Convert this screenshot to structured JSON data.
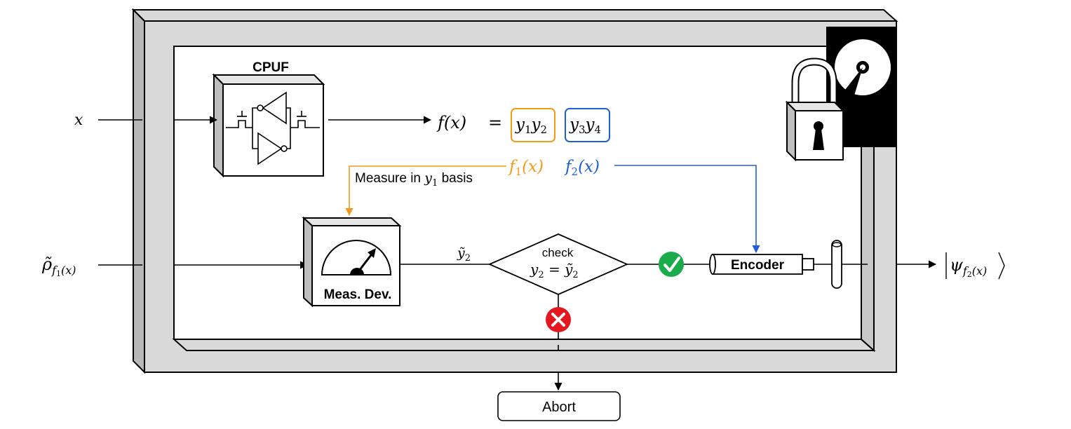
{
  "labels": {
    "cpuf": "CPUF",
    "x": "x",
    "f_of_x": "f(x)",
    "equals": "=",
    "y1": "y",
    "y1_sub": "1",
    "y2": "y",
    "y2_sub": "2",
    "y3": "y",
    "y3_sub": "3",
    "y4": "y",
    "y4_sub": "4",
    "f1": "f",
    "f1_sub": "1",
    "f1_arg": "(x)",
    "f2": "f",
    "f2_sub": "2",
    "f2_arg": "(x)",
    "measure_prefix": "Measure in ",
    "measure_y": "y",
    "measure_sub": "1",
    "measure_suffix": " basis",
    "rho": "ρ̃",
    "rho_sub": "f",
    "rho_sub_sub": "1",
    "rho_sub_arg": "(x)",
    "meas_dev": "Meas. Dev.",
    "ytilde": "ỹ",
    "ytilde_sub": "2",
    "check": "check",
    "check_lhs": "y",
    "check_lhs_sub": "2",
    "check_eq": " = ",
    "check_rhs": "ỹ",
    "check_rhs_sub": "2",
    "encoder": "Encoder",
    "psi": "ψ",
    "psi_sub": "f",
    "psi_sub_sub": "2",
    "psi_sub_arg": "(x)",
    "abort": "Abort"
  },
  "colors": {
    "orange": "#f39a1b",
    "blue": "#1f5fd1",
    "green": "#1aab4b",
    "red": "#e3171d",
    "frame_fill": "#d9d9d9",
    "black": "#000000"
  },
  "icons": {
    "lock": "padlock-icon",
    "disc": "hard-disk-icon",
    "check": "check-mark-icon",
    "cross": "cross-icon",
    "gauge": "gauge-icon",
    "inverter": "inverter-loop-icon"
  }
}
